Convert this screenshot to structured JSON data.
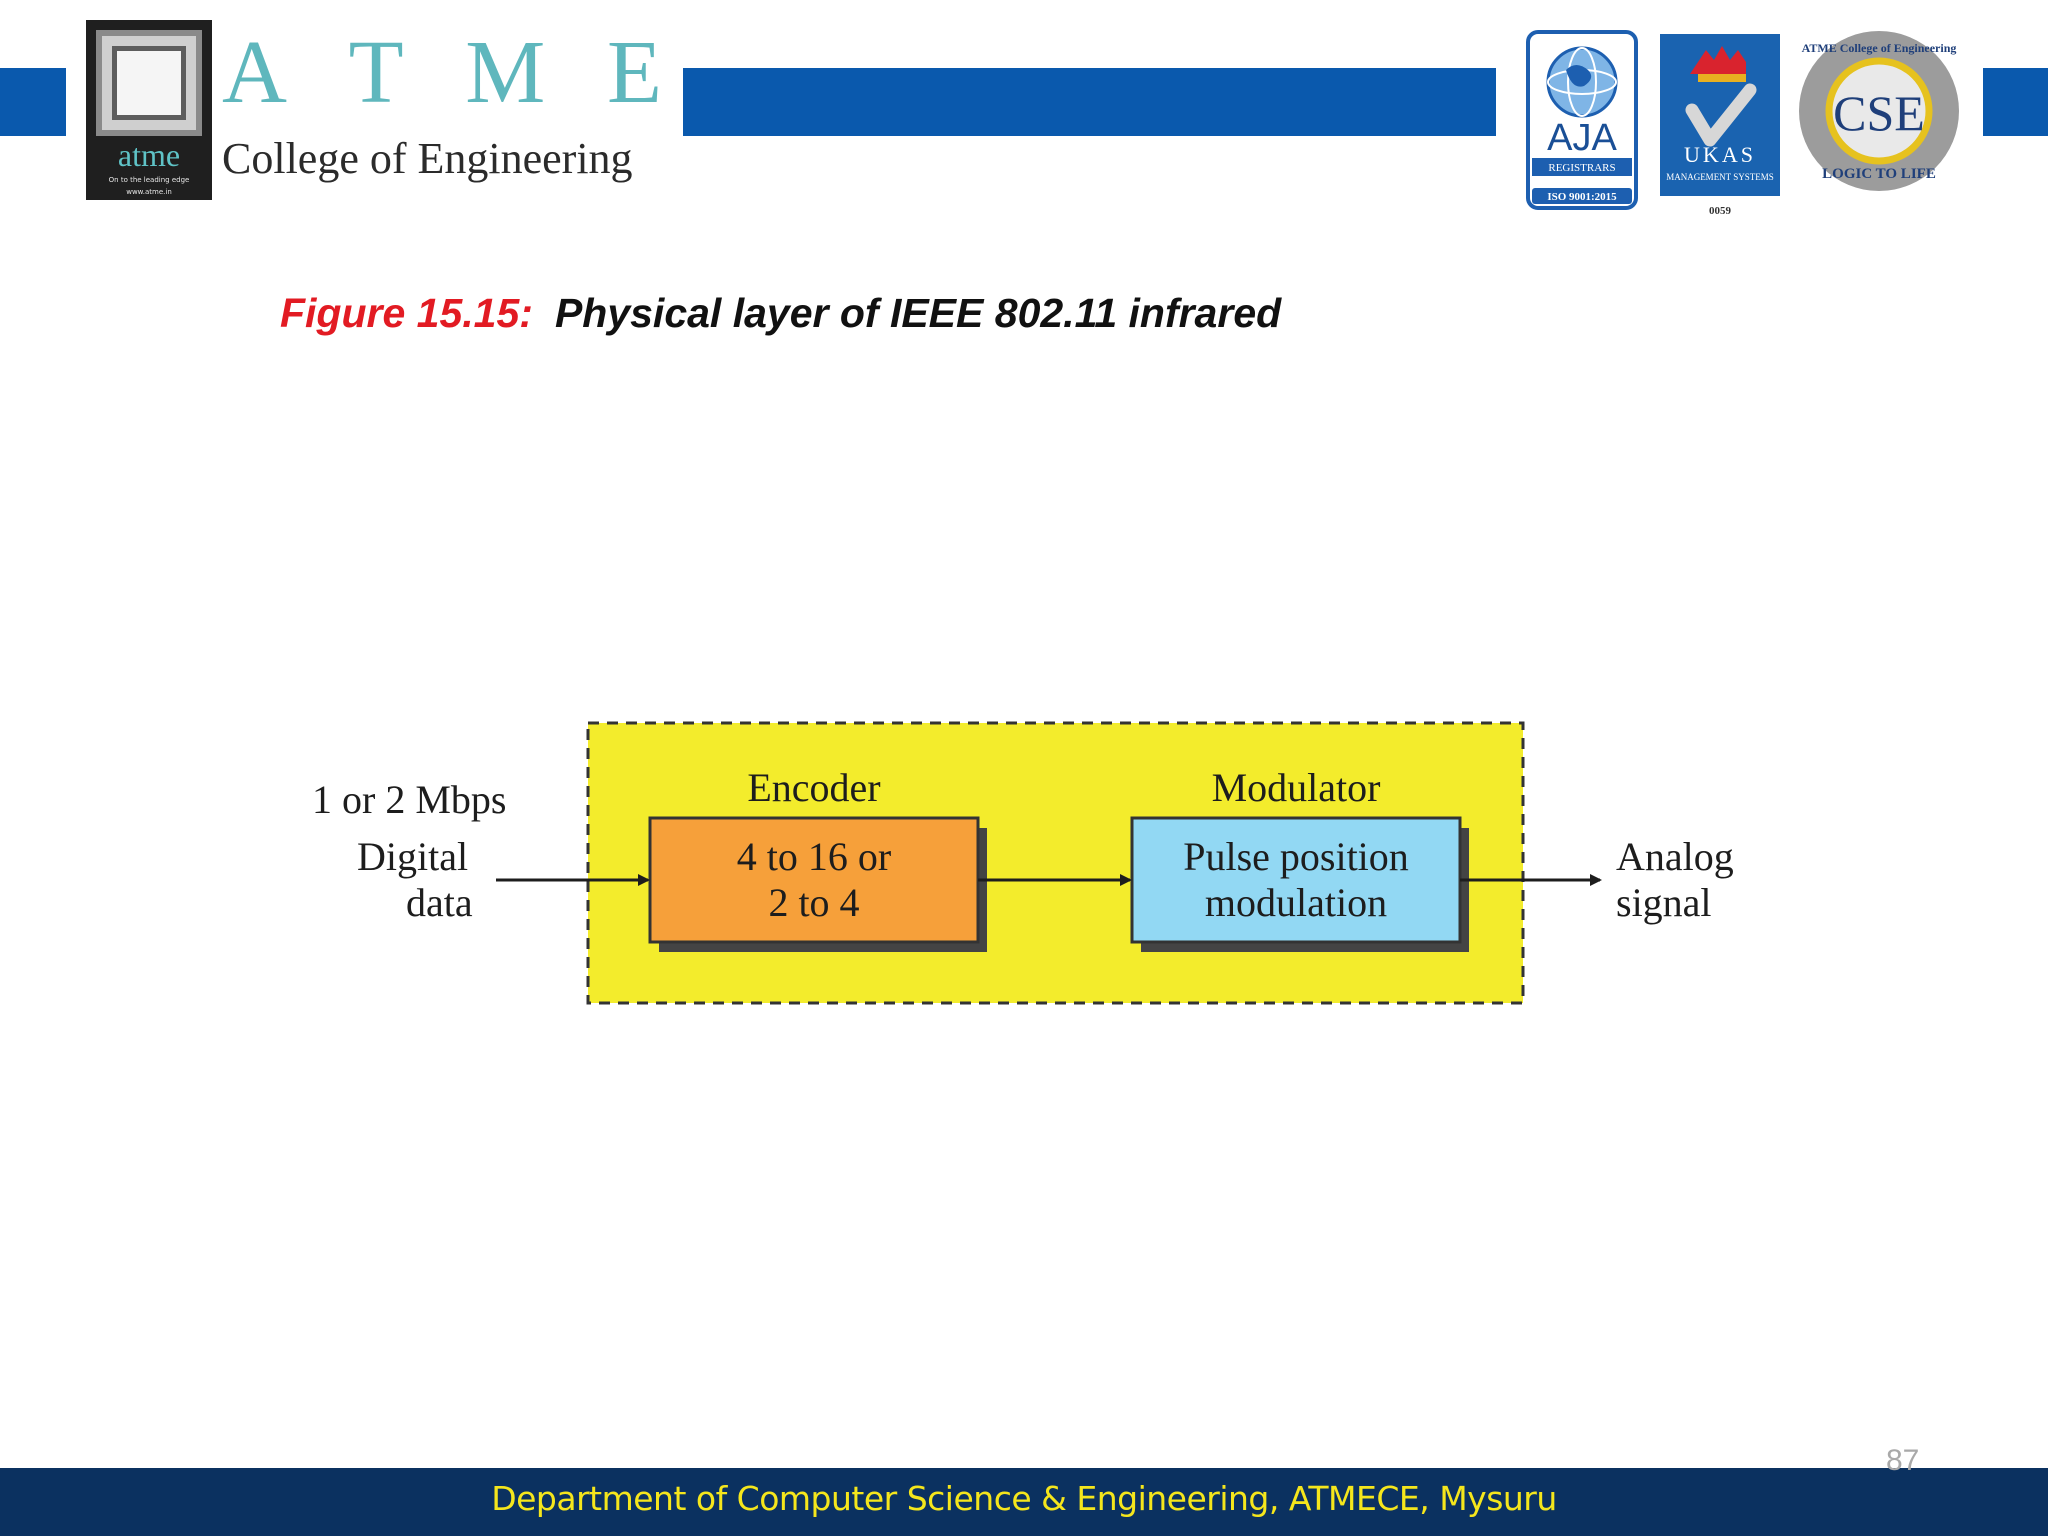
{
  "header": {
    "logo": {
      "word": "atme",
      "tagline": "On to the leading edge",
      "website": "www.atme.in"
    },
    "brand_letters": [
      "A",
      "T",
      "M",
      "E"
    ],
    "college_name": "College of Engineering",
    "certifications": [
      {
        "name": "AJA",
        "sub": "REGISTRARS",
        "iso": "ISO 9001:2015"
      },
      {
        "name": "UKAS",
        "sub": "MANAGEMENT SYSTEMS",
        "code": "0059"
      },
      {
        "name": "CSE",
        "ring_top": "ATME College of Engineering",
        "ring_bottom": "LOGIC TO LIFE"
      }
    ]
  },
  "figure": {
    "number": "Figure 15.15:",
    "caption": "Physical layer of IEEE 802.11 infrared"
  },
  "diagram": {
    "input_rate": "1 or 2 Mbps",
    "input_label": [
      "Digital",
      "data"
    ],
    "encoder": {
      "title": "Encoder",
      "lines": [
        "4 to 16 or",
        "2 to 4"
      ]
    },
    "modulator": {
      "title": "Modulator",
      "lines": [
        "Pulse position",
        "modulation"
      ]
    },
    "output_label": [
      "Analog",
      "signal"
    ],
    "colors": {
      "container": "#f3ec2c",
      "encoder": "#f6a03a",
      "modulator": "#92d8f3"
    }
  },
  "footer": {
    "text": "Department of Computer Science & Engineering, ATMECE, Mysuru",
    "page_number": "87"
  },
  "colors": {
    "header_bar": "#0a59ad",
    "footer_bg": "#0b3160",
    "footer_text": "#f5e61c",
    "figure_number": "#e21b23"
  }
}
